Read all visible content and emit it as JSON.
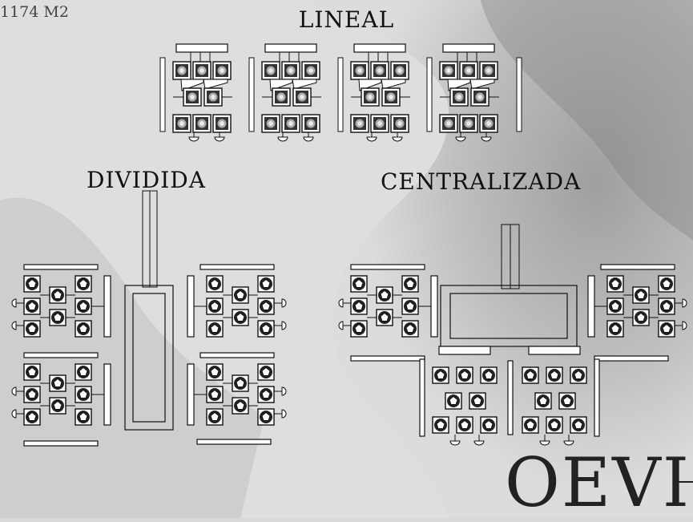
{
  "area_label": "1174 M2",
  "sections": {
    "lineal": "LINEAL",
    "dividida": "DIVIDIDA",
    "centralizada": "CENTRALIZADA"
  },
  "logo": "OEVI",
  "colors": {
    "background": "#d9d9d9",
    "ink": "#111111",
    "plan_fill": "#ffffff"
  }
}
